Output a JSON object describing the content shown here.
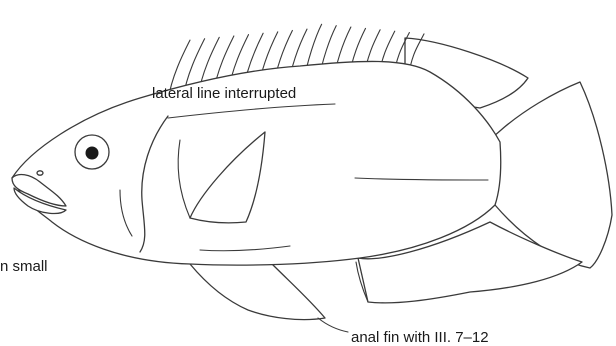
{
  "labels": {
    "lateral_line": "lateral line interrupted",
    "mouth": "n small",
    "anal_fin": "anal fin with III. 7–12"
  }
}
